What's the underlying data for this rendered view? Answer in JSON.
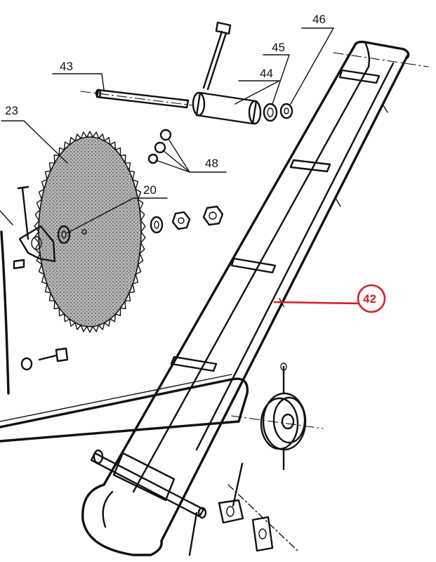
{
  "callouts": [
    {
      "id": "43",
      "text": "43"
    },
    {
      "id": "44",
      "text": "44"
    },
    {
      "id": "45",
      "text": "45"
    },
    {
      "id": "46",
      "text": "46"
    },
    {
      "id": "48",
      "text": "48"
    },
    {
      "id": "23",
      "text": "23"
    },
    {
      "id": "20",
      "text": "20"
    },
    {
      "id": "42",
      "text": "42",
      "highlighted": true
    }
  ],
  "colors": {
    "ink": "#111111",
    "highlight": "#d61f26",
    "blade_fill": "#8c8c8c",
    "background": "#ffffff"
  }
}
